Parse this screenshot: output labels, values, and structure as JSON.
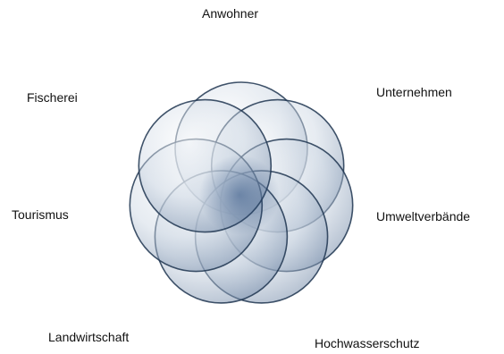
{
  "diagram": {
    "labels": [
      {
        "id": "anwohner",
        "text": "Anwohner"
      },
      {
        "id": "unternehmen",
        "text": "Unternehmen"
      },
      {
        "id": "fischerei",
        "text": "Fischerei"
      },
      {
        "id": "tourismus",
        "text": "Tourismus"
      },
      {
        "id": "umweltverbaende",
        "text": "Umweltverbände"
      },
      {
        "id": "landwirtschaft",
        "text": "Landwirtschaft"
      },
      {
        "id": "hochwasserschutz",
        "text": "Hochwasserschutz"
      }
    ],
    "circle_count": 7,
    "colors": {
      "circle_fill_light": "#dfe6ee",
      "circle_fill_dark": "#8ea2bc",
      "circle_stroke": "#1f3550",
      "center_glow": "#2c4f80"
    }
  }
}
